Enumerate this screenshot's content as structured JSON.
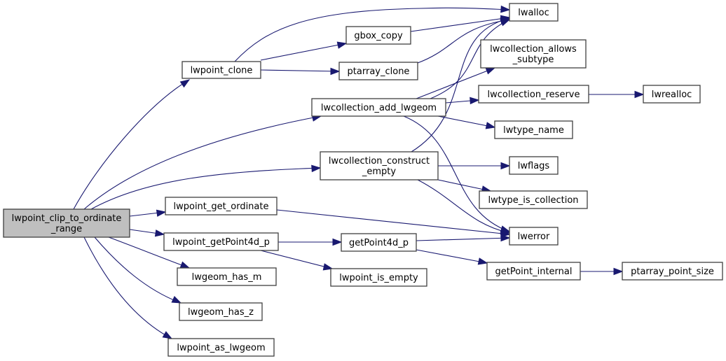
{
  "diagram": {
    "type": "call-graph",
    "colors": {
      "edge": "#191970",
      "node_border": "#404040",
      "root_fill": "#bfbfbf",
      "node_fill": "#ffffff"
    },
    "nodes": [
      {
        "id": "root",
        "label": [
          "lwpoint_clip_to_ordinate",
          "_range"
        ],
        "root": true
      },
      {
        "id": "lwpoint_clone",
        "label": [
          "lwpoint_clone"
        ]
      },
      {
        "id": "lwcollection_add_lwgeom",
        "label": [
          "lwcollection_add_lwgeom"
        ]
      },
      {
        "id": "lwcollection_construct_empty",
        "label": [
          "lwcollection_construct",
          "_empty"
        ]
      },
      {
        "id": "lwpoint_get_ordinate",
        "label": [
          "lwpoint_get_ordinate"
        ]
      },
      {
        "id": "lwpoint_getPoint4d_p",
        "label": [
          "lwpoint_getPoint4d_p"
        ]
      },
      {
        "id": "lwgeom_has_m",
        "label": [
          "lwgeom_has_m"
        ]
      },
      {
        "id": "lwgeom_has_z",
        "label": [
          "lwgeom_has_z"
        ]
      },
      {
        "id": "lwpoint_as_lwgeom",
        "label": [
          "lwpoint_as_lwgeom"
        ]
      },
      {
        "id": "gbox_copy",
        "label": [
          "gbox_copy"
        ]
      },
      {
        "id": "ptarray_clone",
        "label": [
          "ptarray_clone"
        ]
      },
      {
        "id": "getPoint4d_p",
        "label": [
          "getPoint4d_p"
        ]
      },
      {
        "id": "lwpoint_is_empty",
        "label": [
          "lwpoint_is_empty"
        ]
      },
      {
        "id": "lwalloc",
        "label": [
          "lwalloc"
        ]
      },
      {
        "id": "lwcollection_allows_subtype",
        "label": [
          "lwcollection_allows",
          "_subtype"
        ]
      },
      {
        "id": "lwcollection_reserve",
        "label": [
          "lwcollection_reserve"
        ]
      },
      {
        "id": "lwtype_name",
        "label": [
          "lwtype_name"
        ]
      },
      {
        "id": "lwflags",
        "label": [
          "lwflags"
        ]
      },
      {
        "id": "lwtype_is_collection",
        "label": [
          "lwtype_is_collection"
        ]
      },
      {
        "id": "lwerror",
        "label": [
          "lwerror"
        ]
      },
      {
        "id": "getPoint_internal",
        "label": [
          "getPoint_internal"
        ]
      },
      {
        "id": "lwrealloc",
        "label": [
          "lwrealloc"
        ]
      },
      {
        "id": "ptarray_point_size",
        "label": [
          "ptarray_point_size"
        ]
      }
    ],
    "edges": [
      [
        "root",
        "lwpoint_clone"
      ],
      [
        "root",
        "lwcollection_add_lwgeom"
      ],
      [
        "root",
        "lwcollection_construct_empty"
      ],
      [
        "root",
        "lwpoint_get_ordinate"
      ],
      [
        "root",
        "lwpoint_getPoint4d_p"
      ],
      [
        "root",
        "lwgeom_has_m"
      ],
      [
        "root",
        "lwgeom_has_z"
      ],
      [
        "root",
        "lwpoint_as_lwgeom"
      ],
      [
        "lwpoint_clone",
        "lwalloc"
      ],
      [
        "lwpoint_clone",
        "gbox_copy"
      ],
      [
        "lwpoint_clone",
        "ptarray_clone"
      ],
      [
        "gbox_copy",
        "lwalloc"
      ],
      [
        "ptarray_clone",
        "lwalloc"
      ],
      [
        "lwcollection_add_lwgeom",
        "lwalloc"
      ],
      [
        "lwcollection_add_lwgeom",
        "lwcollection_allows_subtype"
      ],
      [
        "lwcollection_add_lwgeom",
        "lwcollection_reserve"
      ],
      [
        "lwcollection_add_lwgeom",
        "lwtype_name"
      ],
      [
        "lwcollection_add_lwgeom",
        "lwerror"
      ],
      [
        "lwcollection_reserve",
        "lwrealloc"
      ],
      [
        "lwcollection_construct_empty",
        "lwalloc"
      ],
      [
        "lwcollection_construct_empty",
        "lwflags"
      ],
      [
        "lwcollection_construct_empty",
        "lwtype_is_collection"
      ],
      [
        "lwcollection_construct_empty",
        "lwerror"
      ],
      [
        "lwpoint_get_ordinate",
        "lwerror"
      ],
      [
        "lwpoint_getPoint4d_p",
        "getPoint4d_p"
      ],
      [
        "lwpoint_getPoint4d_p",
        "lwpoint_is_empty"
      ],
      [
        "getPoint4d_p",
        "lwerror"
      ],
      [
        "getPoint4d_p",
        "getPoint_internal"
      ],
      [
        "getPoint_internal",
        "ptarray_point_size"
      ]
    ]
  }
}
